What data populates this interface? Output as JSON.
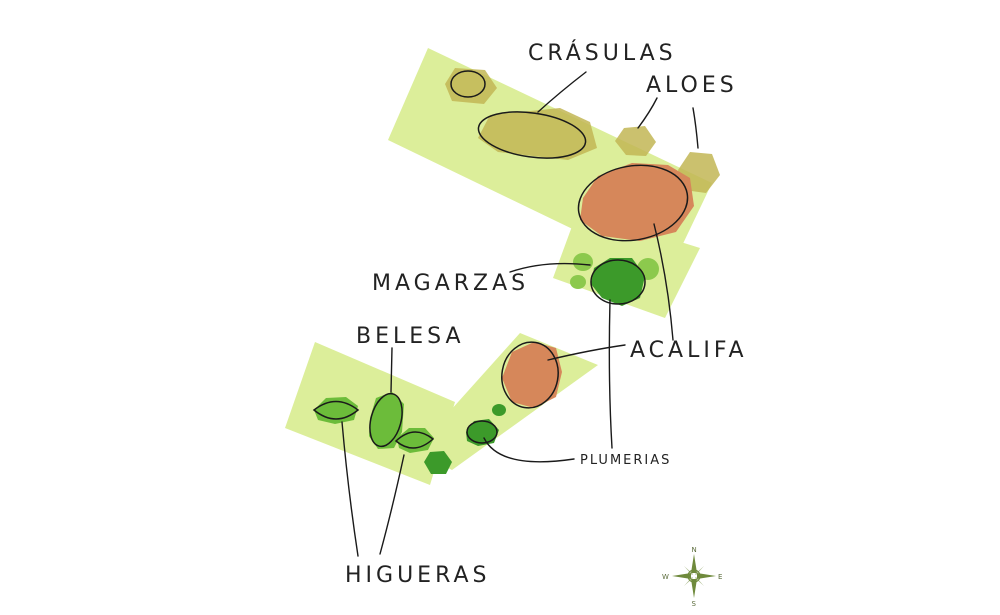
{
  "labels": {
    "crasulas": "CRÁSULAS",
    "aloes": "ALOES",
    "magarzas": "MAGARZAS",
    "belesa": "BELESA",
    "acalifa": "ACALIFA",
    "plumerias": "PLUMERIAS",
    "higueras": "HIGUERAS"
  },
  "compass": {
    "n": "N",
    "s": "S",
    "e": "E",
    "w": "W"
  },
  "colors": {
    "bed": "#dcee9a",
    "succulent": "#c2b655",
    "acalypha": "#d6875a",
    "dark_green": "#3c9a2a",
    "mid_green": "#6cbc3a",
    "light_green": "#8cc94d",
    "compass": "#6f8a3c"
  }
}
